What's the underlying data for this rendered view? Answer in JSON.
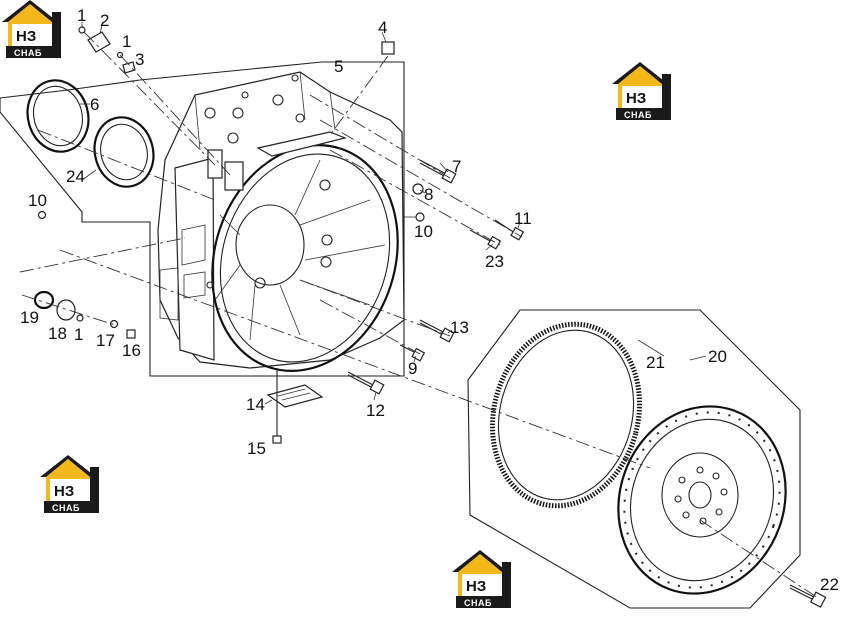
{
  "logo": {
    "top_text": "НЗ",
    "bottom_text": "СНАБ",
    "color_yellow": "#F5B81C",
    "color_dark": "#1a1a1a"
  },
  "callouts": {
    "c1a": "1",
    "c2": "2",
    "c1b": "1",
    "c3": "3",
    "c4": "4",
    "c5": "5",
    "c6": "6",
    "c24": "24",
    "c10a": "10",
    "c7": "7",
    "c8": "8",
    "c10b": "10",
    "c11": "11",
    "c23": "23",
    "c19": "19",
    "c18": "18",
    "c1c": "1",
    "c17": "17",
    "c16": "16",
    "c13": "13",
    "c9": "9",
    "c12": "12",
    "c14": "14",
    "c15": "15",
    "c21": "21",
    "c20": "20",
    "c22": "22"
  }
}
